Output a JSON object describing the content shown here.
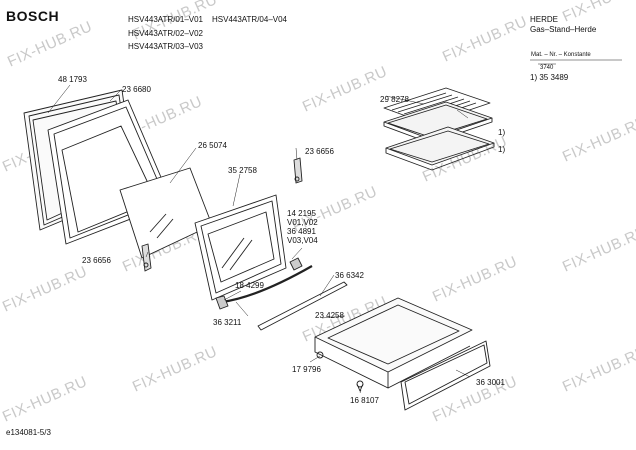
{
  "header": {
    "brand": "BOSCH",
    "models": [
      "HSV443ATR/01–V01",
      "HSV443ATR/04–V04",
      "HSV443ATR/02–V02",
      "HSV443ATR/03–V03"
    ],
    "category": "HERDE",
    "subcategory": "Gas–Stand–Herde"
  },
  "legend": {
    "heading": "Mat. – Nr. – Konstante",
    "value": "3740",
    "note": "1) 35 3489"
  },
  "parts": {
    "p481793": "48 1793",
    "p236680": "23 6680",
    "p298278": "29 8278",
    "mark1a": "1)",
    "mark1b": "1)",
    "p265074": "26 5074",
    "p236656a": "23 6656",
    "p352758": "35 2758",
    "p142195": "14 2195",
    "v01v02": "V01,V02",
    "p364891": "36 4891",
    "v03v04": "V03,V04",
    "p236656b": "23 6656",
    "p184299": "18 4299",
    "p366342": "36 6342",
    "p363211": "36 3211",
    "p234258": "23 4258",
    "p179796": "17 9796",
    "p168107": "16 8107",
    "p363001": "36 3001"
  },
  "footer": {
    "drawing_id": "e134081-5/3"
  },
  "watermark": "FIX-HUB.RU"
}
